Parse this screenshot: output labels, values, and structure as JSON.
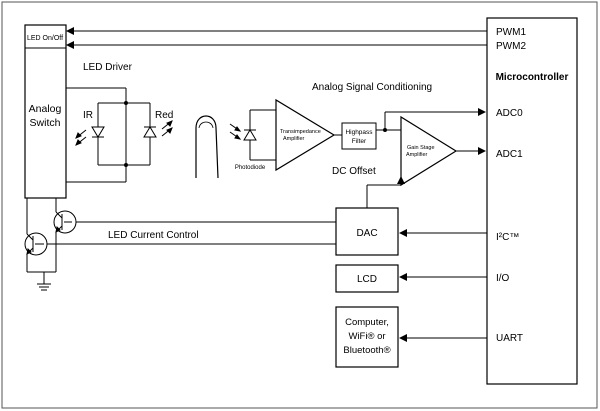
{
  "analog_switch": {
    "top_label": "LED On/Off",
    "name_line1": "Analog",
    "name_line2": "Switch"
  },
  "led_driver": {
    "label": "LED Driver",
    "ir_label": "IR",
    "red_label": "Red"
  },
  "photodiode": {
    "label": "Photodiode"
  },
  "signal_conditioning": {
    "label": "Analog Signal Conditioning"
  },
  "transimpedance": {
    "line1": "Transimpedance",
    "line2": "Amplifier"
  },
  "highpass": {
    "line1": "Highpass",
    "line2": "Filter"
  },
  "gain_stage": {
    "line1": "Gain Stage",
    "line2": "Amplifier"
  },
  "dc_offset": {
    "label": "DC Offset"
  },
  "dac": {
    "label": "DAC"
  },
  "lcd": {
    "label": "LCD"
  },
  "comms": {
    "line1": "Computer,",
    "line2": "WiFi® or",
    "line3": "Bluetooth®"
  },
  "led_current_control": {
    "label": "LED Current Control"
  },
  "microcontroller": {
    "title": "Microcontroller",
    "pins": {
      "pwm1": "PWM1",
      "pwm2": "PWM2",
      "adc0": "ADC0",
      "adc1": "ADC1",
      "i2c": "I²C™",
      "io": "I/O",
      "uart": "UART"
    }
  }
}
